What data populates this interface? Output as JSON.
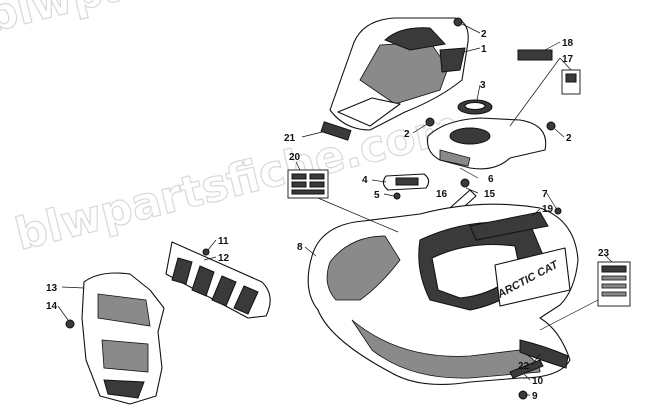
{
  "watermark": "blwpartsfiche.com",
  "colors": {
    "line": "#111111",
    "shade": "#3a3a3a",
    "watermark": "#d8d8d8"
  },
  "logo_text": "ARCTIC CAT",
  "callouts": [
    "1",
    "2",
    "2",
    "2",
    "3",
    "4",
    "5",
    "6",
    "7",
    "8",
    "9",
    "10",
    "11",
    "12",
    "13",
    "14",
    "15",
    "16",
    "17",
    "18",
    "19",
    "20",
    "21",
    "22",
    "23"
  ]
}
